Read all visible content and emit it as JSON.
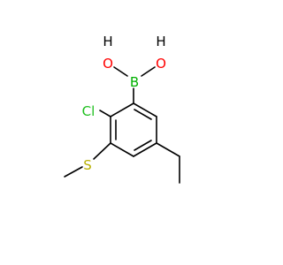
{
  "atoms": {
    "oh_left": {
      "label": "H",
      "color": "#000000"
    },
    "o_left": {
      "label": "O",
      "color": "#ff0000"
    },
    "oh_right": {
      "label": "H",
      "color": "#000000"
    },
    "o_right": {
      "label": "O",
      "color": "#ff0000"
    },
    "boron": {
      "label": "B",
      "color": "#00b000"
    },
    "chlorine": {
      "label": "Cl",
      "color": "#1fbf1f"
    },
    "sulfur": {
      "label": "S",
      "color": "#b8b000"
    }
  },
  "colors": {
    "bond": "#000000",
    "background": "#ffffff"
  }
}
